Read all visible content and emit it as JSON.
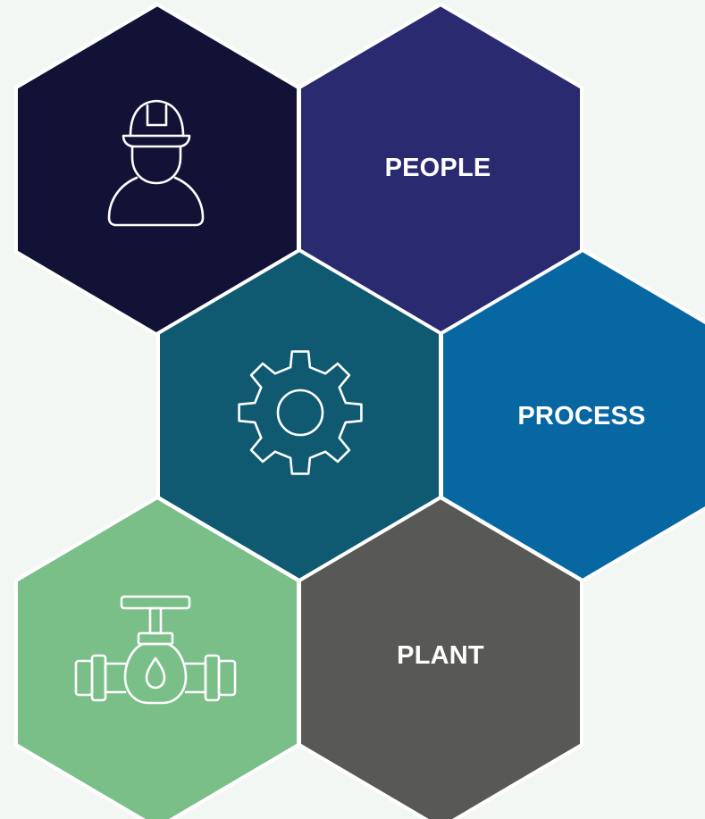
{
  "hexagons": {
    "worker": {
      "icon": "hard-hat-worker-icon",
      "color": "#121236"
    },
    "people": {
      "label": "PEOPLE",
      "color": "#2a2a70"
    },
    "gear": {
      "icon": "gear-icon",
      "color": "#0f5a70"
    },
    "process": {
      "label": "PROCESS",
      "color": "#0767a3"
    },
    "valve": {
      "icon": "pipe-valve-icon",
      "color": "#7bbf88"
    },
    "plant": {
      "label": "PLANT",
      "color": "#585856"
    }
  },
  "border_color": "#ffffff",
  "background_color": "#f3f7f4"
}
